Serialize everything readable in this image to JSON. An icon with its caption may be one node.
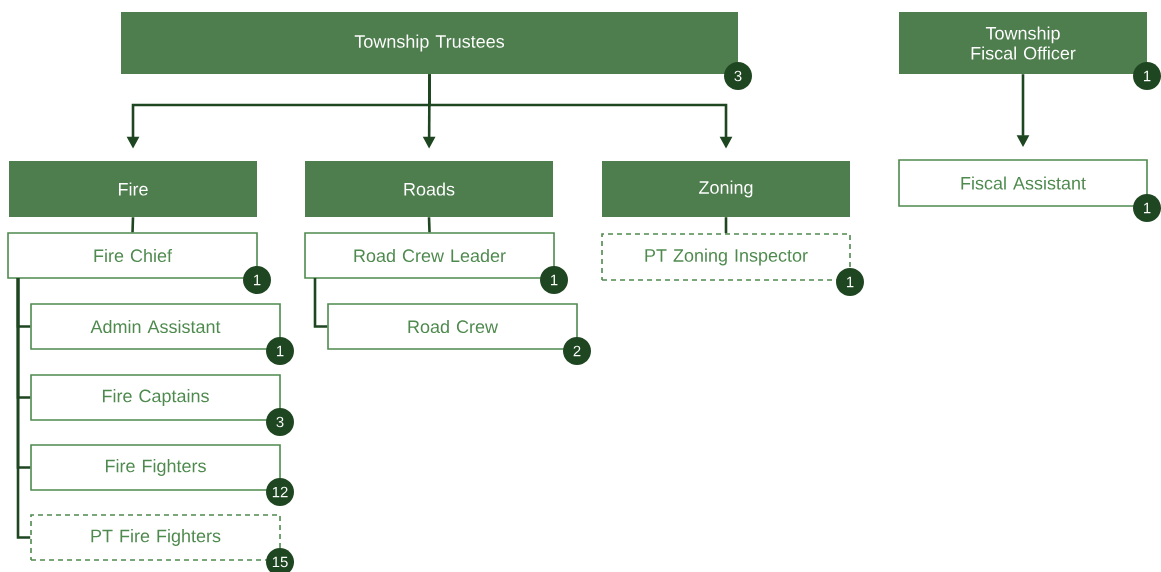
{
  "diagram": {
    "nodes": [
      {
        "text": [
          "Township Trustees"
        ],
        "beside": [
          "3"
        ]
      },
      {
        "text": [
          "Township Fiscal Officer"
        ],
        "beside": [
          "1"
        ]
      },
      {
        "text": [
          "Fire"
        ]
      },
      {
        "text": [
          "Roads"
        ]
      },
      {
        "text": [
          "Zoning"
        ]
      },
      {
        "text": [
          "Fiscal Assistant"
        ],
        "beside": [
          "1"
        ]
      },
      {
        "text": [
          "Fire Chief"
        ],
        "beside": [
          "1"
        ]
      },
      {
        "text": [
          "Road Crew Leader"
        ],
        "beside": [
          "1"
        ]
      },
      {
        "text": [
          "PT Zoning Inspector"
        ],
        "beside": [
          "1"
        ]
      },
      {
        "text": [
          "Admin Assistant"
        ],
        "beside": [
          "1"
        ]
      },
      {
        "text": [
          "Fire Captains"
        ],
        "beside": [
          "3"
        ]
      },
      {
        "text": [
          "Fire Fighters"
        ],
        "beside": [
          "12"
        ]
      },
      {
        "text": [
          "PT Fire Fighters"
        ],
        "beside": [
          "15"
        ]
      },
      {
        "text": [
          "Road Crew"
        ],
        "beside": [
          "2"
        ]
      }
    ],
    "edges": [
      {
        "from": 0,
        "to": 2,
        "arrow": "to"
      },
      {
        "from": 0,
        "to": 3,
        "arrow": "to"
      },
      {
        "from": 0,
        "to": 4,
        "arrow": "to"
      },
      {
        "from": 1,
        "to": 5,
        "arrow": "to"
      },
      {
        "from": 2,
        "to": 6,
        "arrow": "none"
      },
      {
        "from": 3,
        "to": 7,
        "arrow": "none"
      },
      {
        "from": 4,
        "to": 8,
        "arrow": "none"
      },
      {
        "from": 6,
        "to": 9,
        "arrow": "none"
      },
      {
        "from": 6,
        "to": 10,
        "arrow": "none"
      },
      {
        "from": 6,
        "to": 11,
        "arrow": "none"
      },
      {
        "from": 6,
        "to": 12,
        "arrow": "none"
      },
      {
        "from": 7,
        "to": 13,
        "arrow": "none"
      }
    ]
  }
}
